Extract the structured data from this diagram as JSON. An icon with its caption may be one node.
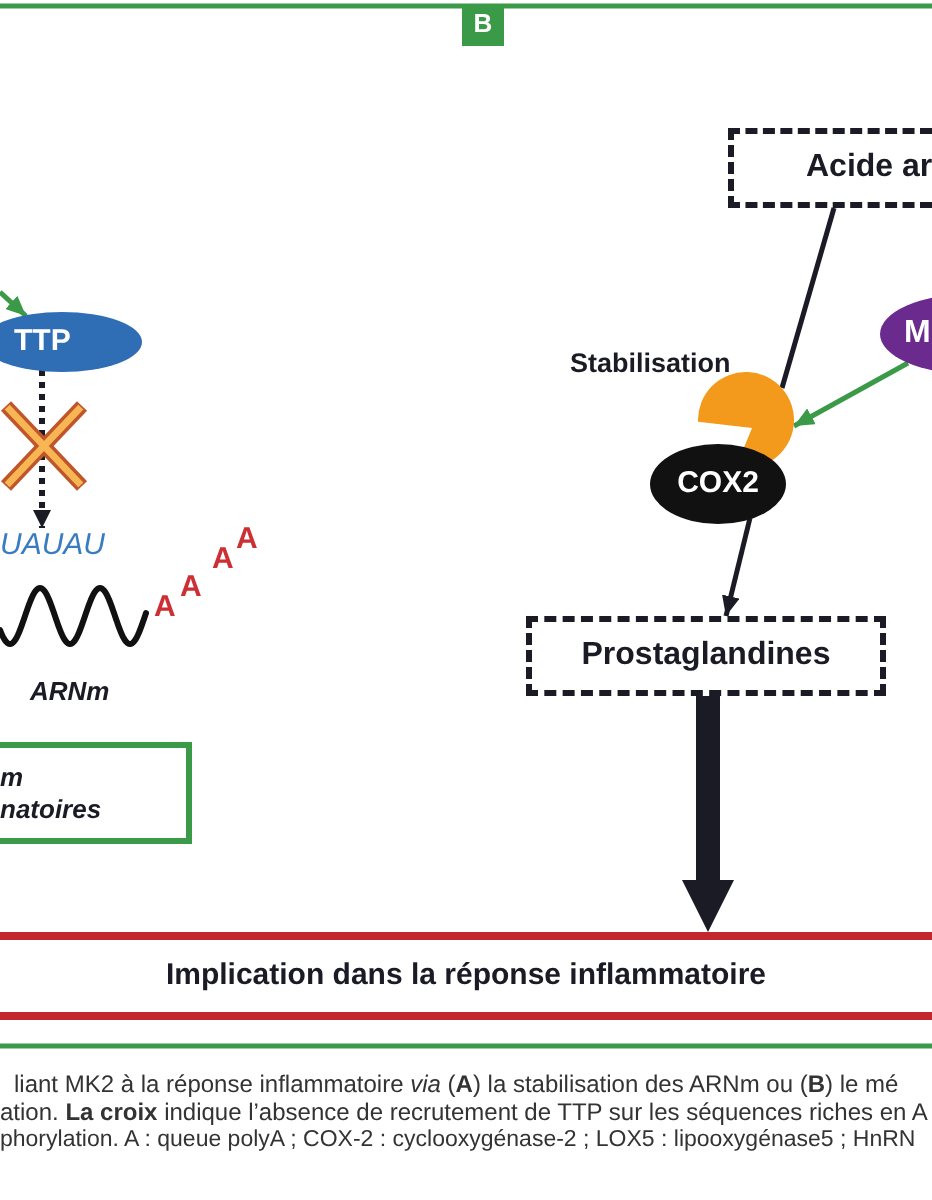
{
  "diagram": {
    "nodes": [
      {
        "text": [
          "B"
        ]
      },
      {
        "text": [
          "TTP"
        ]
      },
      {
        "text": [
          "UAUAU"
        ]
      },
      {
        "text": [
          "m natoires"
        ]
      },
      {
        "text": [
          "Acide ar"
        ]
      },
      {
        "text": [
          "M"
        ]
      },
      {
        "text": [],
        "shape": "circle"
      },
      {
        "text": [
          "COX2"
        ]
      },
      {
        "text": [
          "Prostaglandines"
        ]
      },
      {
        "text": [
          "Implication dans la réponse inflammatoire"
        ]
      }
    ],
    "edges": [
      {
        "from": null,
        "to": 1,
        "arrow": "to",
        "color": "#3b9a48"
      },
      {
        "from": 1,
        "to": 2,
        "arrow": "to",
        "style": "dashed"
      },
      {
        "from": 4,
        "to": 6,
        "arrow": "none"
      },
      {
        "from": 5,
        "to": 6,
        "arrow": "to",
        "color": "#3b9a48"
      },
      {
        "from": 7,
        "to": 8,
        "arrow": "to"
      },
      {
        "from": 8,
        "to": 9,
        "arrow": "to",
        "style": "thick"
      }
    ],
    "labels": [
      "A",
      "A",
      "A",
      "A",
      "ARNm",
      "Stabilisation",
      "liant MK2 à la réponse inflammatoire *via* (**A**) la stabilisation des ARNm ou (**B**) le mé",
      "ation. **La croix** indique l’absence de recrutement de TTP sur les séquences riches en A",
      "phorylation. A : queue polyA ; COX-2 : cyclooxygénase-2 ; LOX5 : lipooxygénase5 ; HnRN"
    ]
  }
}
